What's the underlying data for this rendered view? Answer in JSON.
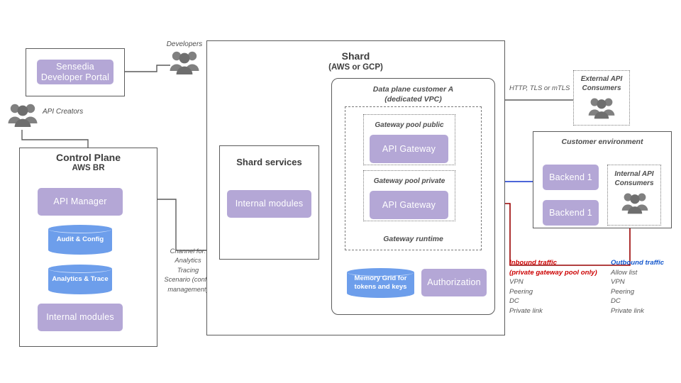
{
  "diagram": {
    "left_panel": {
      "portal_chip": {
        "line1": "Sensedia",
        "line2": "Developer Portal"
      },
      "developers_label": "Developers",
      "api_creators_label": "API Creators",
      "control_plane": {
        "title": "Control Plane",
        "subtitle": "AWS BR",
        "api_manager": "API Manager",
        "audit_config": "Audit & Config",
        "analytics_trace": "Analytics & Trace",
        "internal_modules": "Internal modules"
      },
      "channel_note": "Channel  for:\nAnalytics\nTracing\nScenario (config management)"
    },
    "shard": {
      "title": "Shard",
      "subtitle": "(AWS or GCP)",
      "shard_services": {
        "title": "Shard services",
        "internal_modules": "Internal modules"
      },
      "data_plane": {
        "title_line1": "Data plane customer A",
        "title_line2": "(dedicated VPC)",
        "gateway_runtime_label": "Gateway runtime",
        "pool_public_label": "Gateway pool public",
        "pool_public_chip": "API Gateway",
        "pool_private_label": "Gateway pool private",
        "pool_private_chip": "API Gateway",
        "memory_grid": "Memory Grid for tokens and keys",
        "authorization": "Authorization"
      }
    },
    "right_panel": {
      "external_consumers": {
        "line1": "External API",
        "line2": "Consumers"
      },
      "customer_environment": {
        "title": "Customer environment",
        "backend_1": "Backend 1",
        "backend_2": "Backend 1",
        "internal_consumers_line1": "Internal API",
        "internal_consumers_line2": "Consumers"
      }
    },
    "connector_labels": {
      "http_tls": "HTTP, TLS or mTLS"
    },
    "legend": {
      "inbound": {
        "heading_line1": "Inbound traffic",
        "heading_line2": "(private gateway pool only)",
        "items": [
          "VPN",
          "Peering",
          "DC",
          "Private link"
        ]
      },
      "outbound": {
        "heading_line1": "Outbound traffic",
        "items": [
          "Allow list",
          "VPN",
          "Peering",
          "DC",
          "Private link"
        ]
      }
    },
    "colors": {
      "purple": "#b4a7d6",
      "blue": "#6d9eeb",
      "inbound_red": "#990000",
      "outbound_blue": "#1133cc",
      "stroke": "#5b5b5b",
      "people_gray": "#808080"
    },
    "icons": {
      "developers": "people-group-icon",
      "api_creators": "people-group-icon",
      "external_consumers": "people-group-icon",
      "internal_consumers": "people-group-icon"
    }
  }
}
